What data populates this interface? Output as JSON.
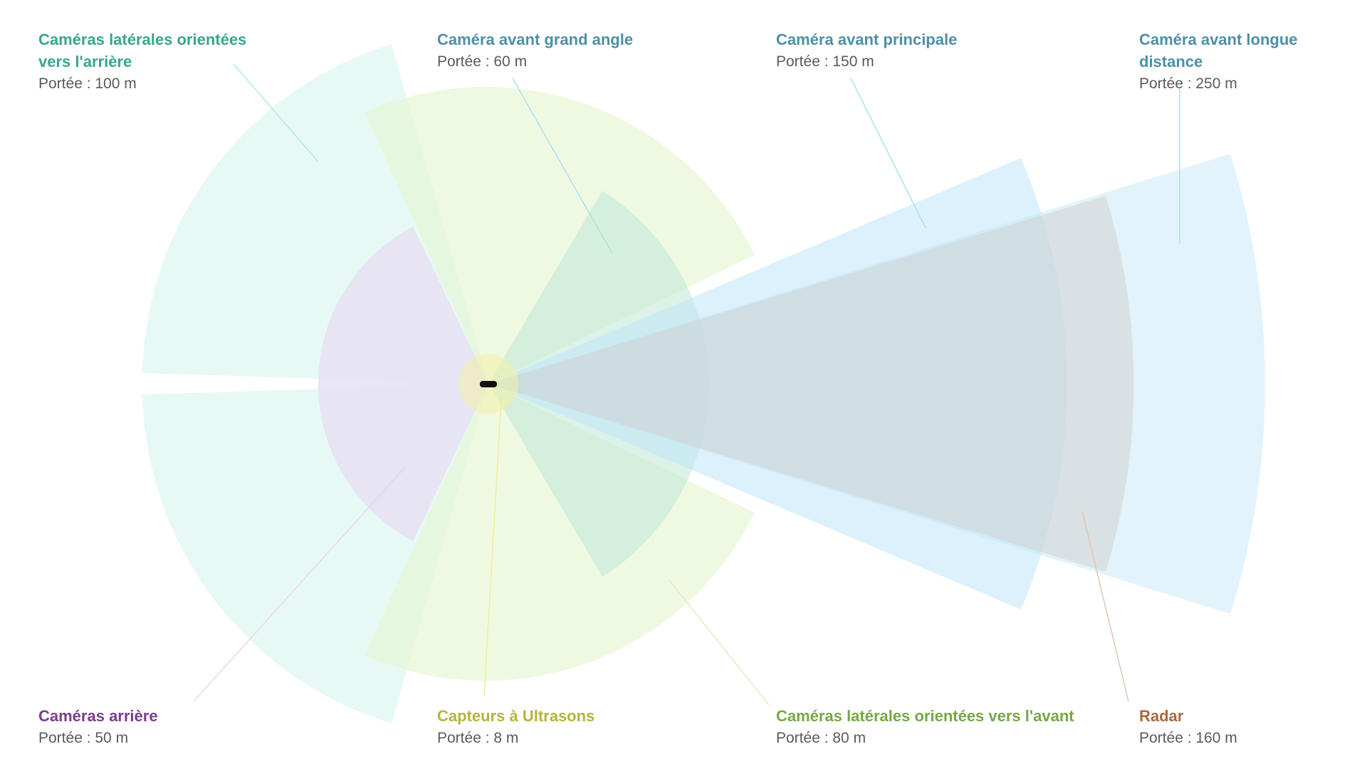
{
  "sensors": [
    {
      "id": "side-rear",
      "title": "Caméras latérales orientées vers l'arrière",
      "range": "Portée : 100 m",
      "color": "#3aa58d",
      "fill": "#c8f2e8"
    },
    {
      "id": "wide",
      "title": "Caméra avant grand angle",
      "range": "Portée : 60 m",
      "color": "#4e8fa8",
      "fill": "#b9e6d4"
    },
    {
      "id": "main",
      "title": "Caméra avant principale",
      "range": "Portée : 150 m",
      "color": "#4e8fa8",
      "fill": "#bfe5f7"
    },
    {
      "id": "long",
      "title": "Caméra avant longue distance",
      "range": "Portée : 250 m",
      "color": "#4e8fa8",
      "fill": "#bfe5f7"
    },
    {
      "id": "rear",
      "title": "Caméras arrière",
      "range": "Portée : 50 m",
      "color": "#7a3d8e",
      "fill": "#e6e1f2"
    },
    {
      "id": "ultra",
      "title": "Capteurs à Ultrasons",
      "range": "Portée : 8 m",
      "color": "#b6b43a",
      "fill": "#f2f0a6"
    },
    {
      "id": "side-front",
      "title": "Caméras latérales orientées vers l'avant",
      "range": "Portée : 80 m",
      "color": "#76a843",
      "fill": "#e4f5cf"
    },
    {
      "id": "radar",
      "title": "Radar",
      "range": "Portée : 160 m",
      "color": "#a8693e",
      "fill": "#d6d6d6"
    }
  ]
}
